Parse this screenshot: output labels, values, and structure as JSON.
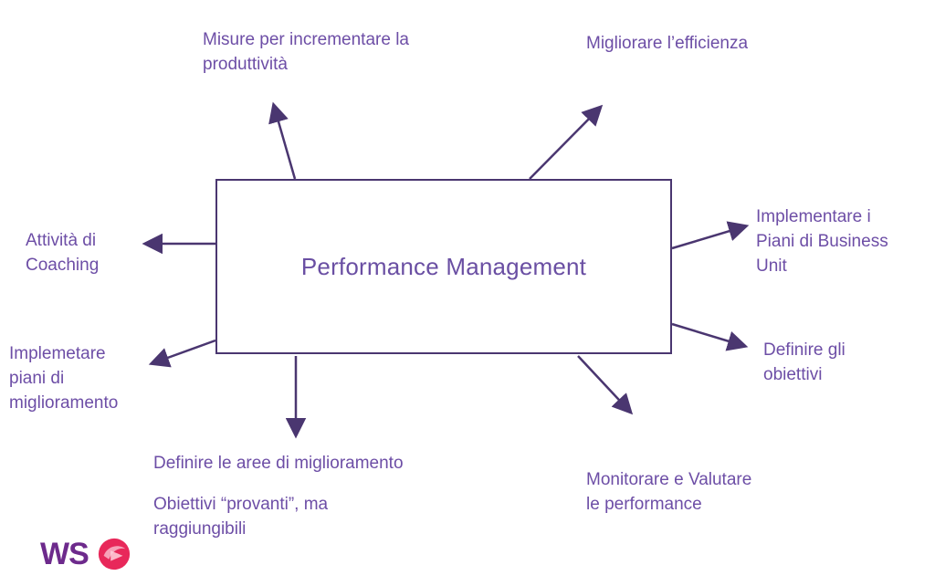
{
  "central": {
    "title": "Performance Management"
  },
  "labels": {
    "top_left": "Misure per incrementare la\nproduttività",
    "top_right": "Migliorare l’efficienza",
    "right_upper": "Implementare i\nPiani di Business\nUnit",
    "right_lower": "Definire gli\nobiettivi",
    "bottom_right": "Monitorare e Valutare\nle performance",
    "bottom_center": "Definire le aree di miglioramento",
    "bottom_center_sub": "Obiettivi “provanti”, ma\nraggiungibili",
    "left_upper": "Attività di\nCoaching",
    "left_lower": "Implemetare\npiani di\nmiglioramento"
  },
  "logo": {
    "text": "WS"
  },
  "colors": {
    "text": "#6d4ea6",
    "stroke": "#4a3670",
    "logo_text": "#6d2a8c",
    "logo_mark": "#e8285a"
  }
}
